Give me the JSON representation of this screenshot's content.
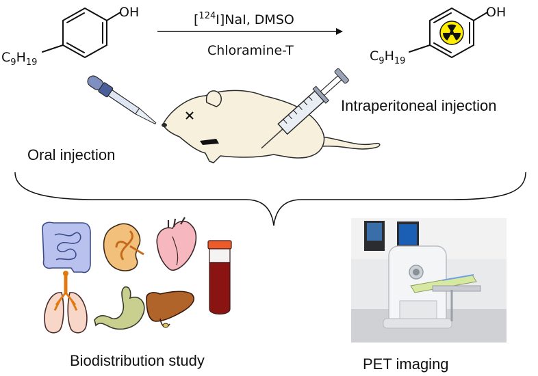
{
  "reaction": {
    "reagent_prefix": "[",
    "reagent_mass": "124",
    "reagent_rest": "I]NaI, DMSO",
    "cond_bottom": "Chloramine-T",
    "substituent": {
      "main": "C",
      "sub1": "9",
      "mid": "H",
      "sub2": "19"
    },
    "oh_label": "OH"
  },
  "labels": {
    "ip_injection": "Intraperitoneal injection",
    "oral_injection": "Oral injection",
    "biodistribution": "Biodistribution study",
    "pet": "PET imaging"
  },
  "colors": {
    "body": "#f6f0dc",
    "outline": "#2a2a2a",
    "radiation_yellow": "#ffee00",
    "blood": "#8a1412",
    "intestine": "#b9c2ee",
    "kidney": "#f2c07a",
    "heart": "#f6b7bf",
    "lung": "#f8d7c8",
    "stomach": "#c8cf8f",
    "liver": "#b0642a"
  },
  "icons": [
    "radiation-icon",
    "dropper-icon",
    "syringe-icon",
    "mouse-icon",
    "intestine-icon",
    "kidney-icon",
    "heart-icon",
    "blood-tube-icon",
    "lungs-icon",
    "stomach-icon",
    "liver-icon",
    "pet-scanner-photo"
  ]
}
